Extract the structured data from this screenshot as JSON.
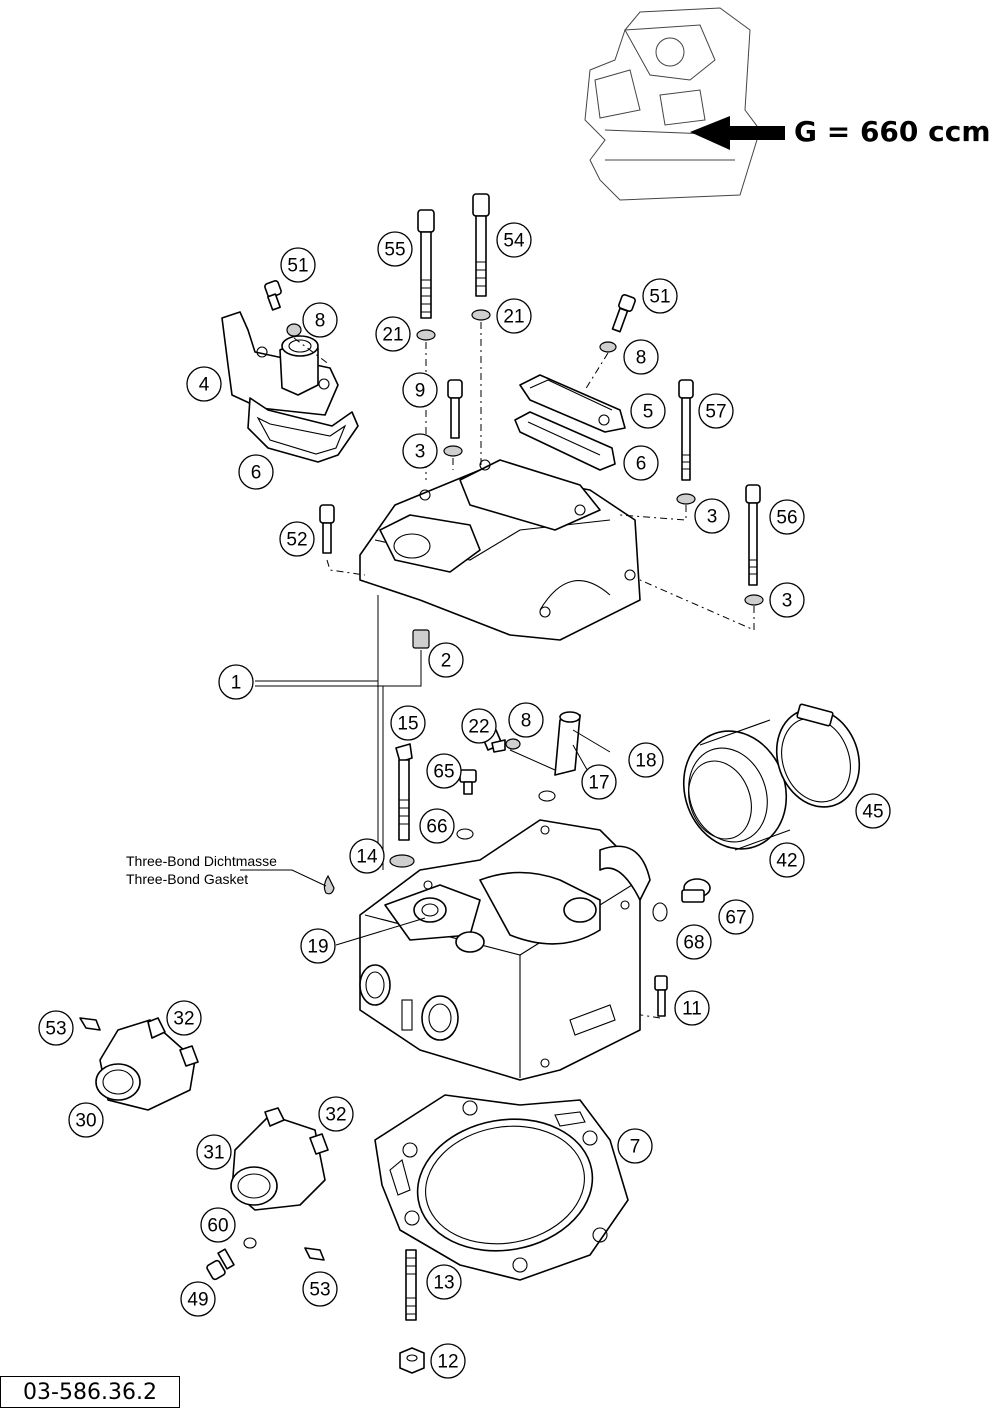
{
  "capacity_label": "G = 660 ccm",
  "note": {
    "line1": "Three-Bond Dichtmasse",
    "line2": "Three-Bond Gasket"
  },
  "document_ref": "03-586.36.2",
  "callouts": [
    {
      "id": "c55",
      "num": "55"
    },
    {
      "id": "c54",
      "num": "54"
    },
    {
      "id": "c51a",
      "num": "51"
    },
    {
      "id": "c8a",
      "num": "8"
    },
    {
      "id": "c21a",
      "num": "21"
    },
    {
      "id": "c21b",
      "num": "21"
    },
    {
      "id": "c51b",
      "num": "51"
    },
    {
      "id": "c4",
      "num": "4"
    },
    {
      "id": "c9",
      "num": "9"
    },
    {
      "id": "c8b",
      "num": "8"
    },
    {
      "id": "c5",
      "num": "5"
    },
    {
      "id": "c57",
      "num": "57"
    },
    {
      "id": "c6a",
      "num": "6"
    },
    {
      "id": "c3a",
      "num": "3"
    },
    {
      "id": "c6b",
      "num": "6"
    },
    {
      "id": "c3b",
      "num": "3"
    },
    {
      "id": "c56",
      "num": "56"
    },
    {
      "id": "c52",
      "num": "52"
    },
    {
      "id": "c3c",
      "num": "3"
    },
    {
      "id": "c2",
      "num": "2"
    },
    {
      "id": "c1",
      "num": "1"
    },
    {
      "id": "c15",
      "num": "15"
    },
    {
      "id": "c22",
      "num": "22"
    },
    {
      "id": "c8c",
      "num": "8"
    },
    {
      "id": "c18",
      "num": "18"
    },
    {
      "id": "c17",
      "num": "17"
    },
    {
      "id": "c65",
      "num": "65"
    },
    {
      "id": "c45",
      "num": "45"
    },
    {
      "id": "c66",
      "num": "66"
    },
    {
      "id": "c14",
      "num": "14"
    },
    {
      "id": "c42",
      "num": "42"
    },
    {
      "id": "c67",
      "num": "67"
    },
    {
      "id": "c19",
      "num": "19"
    },
    {
      "id": "c68",
      "num": "68"
    },
    {
      "id": "c53a",
      "num": "53"
    },
    {
      "id": "c32a",
      "num": "32"
    },
    {
      "id": "c11",
      "num": "11"
    },
    {
      "id": "c30",
      "num": "30"
    },
    {
      "id": "c32b",
      "num": "32"
    },
    {
      "id": "c7",
      "num": "7"
    },
    {
      "id": "c31",
      "num": "31"
    },
    {
      "id": "c60",
      "num": "60"
    },
    {
      "id": "c49",
      "num": "49"
    },
    {
      "id": "c53b",
      "num": "53"
    },
    {
      "id": "c13",
      "num": "13"
    },
    {
      "id": "c12",
      "num": "12"
    }
  ]
}
